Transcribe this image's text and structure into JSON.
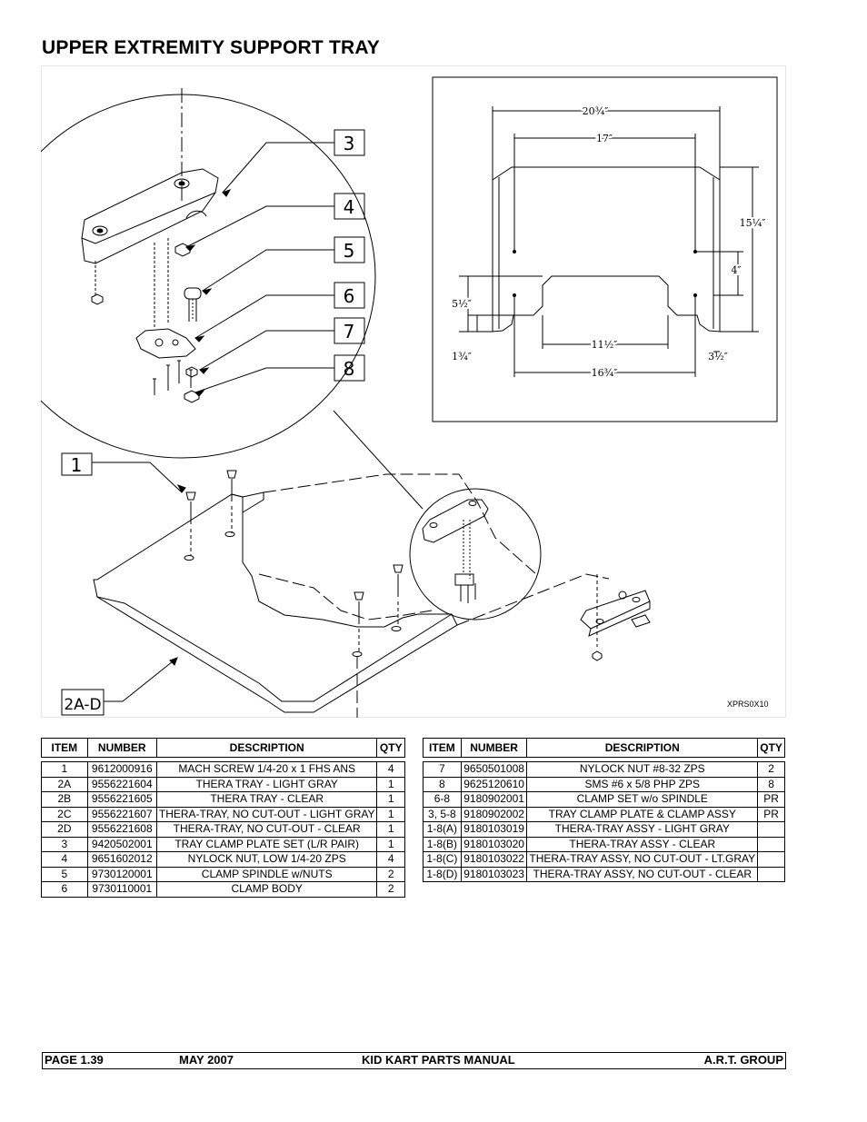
{
  "page_title": "UPPER EXTREMITY SUPPORT TRAY",
  "figure_code": "XPRS0X10",
  "callouts": [
    "3",
    "4",
    "5",
    "6",
    "7",
    "8",
    "1",
    "2A-D"
  ],
  "dimensions": {
    "top_width": "20¾″",
    "inner_width": "17″",
    "height": "15¼″",
    "notch_depth": "4″",
    "side_height": "5½″",
    "bottom_corner": "1¾″",
    "cutout_width": "11½″",
    "right_corner": "3½″",
    "bottom_width": "16¾″"
  },
  "table_headers": {
    "item": "ITEM",
    "number": "NUMBER",
    "description": "DESCRIPTION",
    "qty": "QTY"
  },
  "left_table": [
    {
      "item": "1",
      "number": "9612000916",
      "description": "MACH SCREW 1/4-20 x 1 FHS ANS",
      "qty": "4"
    },
    {
      "item": "2A",
      "number": "9556221604",
      "description": "THERA TRAY - LIGHT GRAY",
      "qty": "1"
    },
    {
      "item": "2B",
      "number": "9556221605",
      "description": "THERA TRAY - CLEAR",
      "qty": "1"
    },
    {
      "item": "2C",
      "number": "9556221607",
      "description": "THERA-TRAY, NO CUT-OUT - LIGHT GRAY",
      "qty": "1"
    },
    {
      "item": "2D",
      "number": "9556221608",
      "description": "THERA-TRAY, NO CUT-OUT - CLEAR",
      "qty": "1"
    },
    {
      "item": "3",
      "number": "9420502001",
      "description": "TRAY CLAMP PLATE SET (L/R PAIR)",
      "qty": "1"
    },
    {
      "item": "4",
      "number": "9651602012",
      "description": "NYLOCK NUT, LOW 1/4-20 ZPS",
      "qty": "4"
    },
    {
      "item": "5",
      "number": "9730120001",
      "description": "CLAMP SPINDLE w/NUTS",
      "qty": "2"
    },
    {
      "item": "6",
      "number": "9730110001",
      "description": "CLAMP BODY",
      "qty": "2"
    }
  ],
  "right_table": [
    {
      "item": "7",
      "number": "9650501008",
      "description": "NYLOCK NUT #8-32 ZPS",
      "qty": "2"
    },
    {
      "item": "8",
      "number": "9625120610",
      "description": "SMS #6 x 5/8 PHP ZPS",
      "qty": "8"
    },
    {
      "item": "6-8",
      "number": "9180902001",
      "description": "CLAMP SET w/o SPINDLE",
      "qty": "PR"
    },
    {
      "item": "3, 5-8",
      "number": "9180902002",
      "description": "TRAY CLAMP PLATE & CLAMP ASSY",
      "qty": "PR"
    },
    {
      "item": "1-8(A)",
      "number": "9180103019",
      "description": "THERA-TRAY ASSY - LIGHT GRAY",
      "qty": ""
    },
    {
      "item": "1-8(B)",
      "number": "9180103020",
      "description": "THERA-TRAY ASSY - CLEAR",
      "qty": ""
    },
    {
      "item": "1-8(C)",
      "number": "9180103022",
      "description": "THERA-TRAY ASSY, NO CUT-OUT - LT.GRAY",
      "qty": ""
    },
    {
      "item": "1-8(D)",
      "number": "9180103023",
      "description": "THERA-TRAY ASSY, NO CUT-OUT - CLEAR",
      "qty": ""
    }
  ],
  "footer": {
    "page": "PAGE  1.39",
    "date": "MAY 2007",
    "manual": "KID KART PARTS MANUAL",
    "company": "A.R.T. GROUP"
  }
}
